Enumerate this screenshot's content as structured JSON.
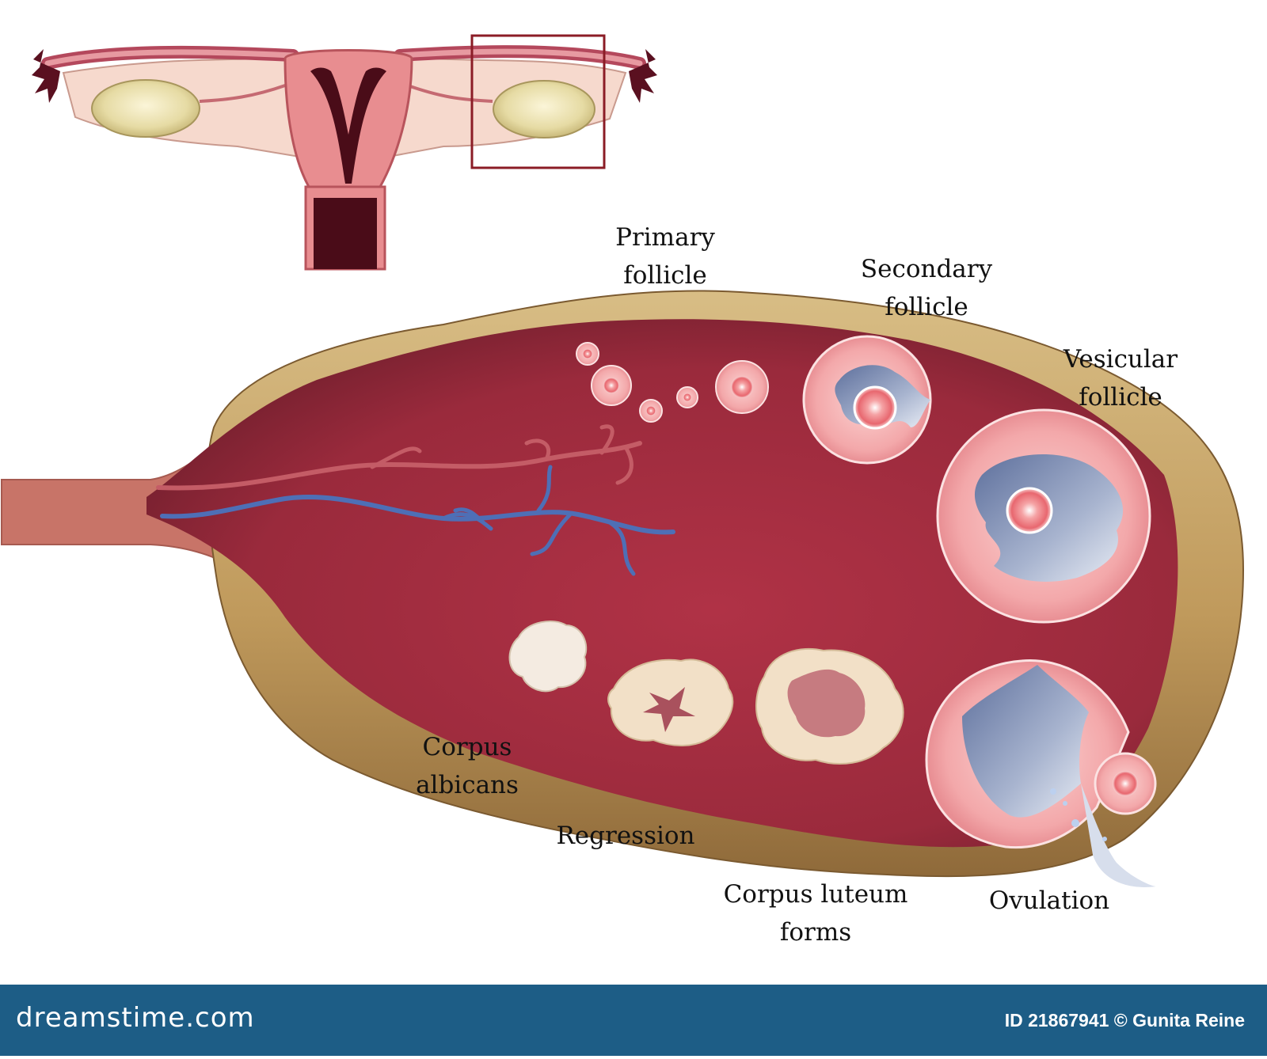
{
  "labels": {
    "primary_follicle": [
      "Primary",
      "follicle"
    ],
    "secondary_follicle": [
      "Secondary",
      "follicle"
    ],
    "vesicular_follicle": [
      "Vesicular",
      "follicle"
    ],
    "corpus_albicans": [
      "Corpus",
      "albicans"
    ],
    "regression": "Regression",
    "corpus_luteum": [
      "Corpus luteum",
      "forms"
    ],
    "ovulation": "Ovulation"
  },
  "footer": {
    "brand": "dreamstime.com",
    "credit": "ID 21867941 © Gunita Reine"
  },
  "colors": {
    "footer_bg": "#1d5d86",
    "capsule": "#c8a870",
    "stroma": "#96283a",
    "follicle": "#f3a8aa",
    "antrum": "#7d8fb5",
    "luteum": "#f2e0c7"
  }
}
